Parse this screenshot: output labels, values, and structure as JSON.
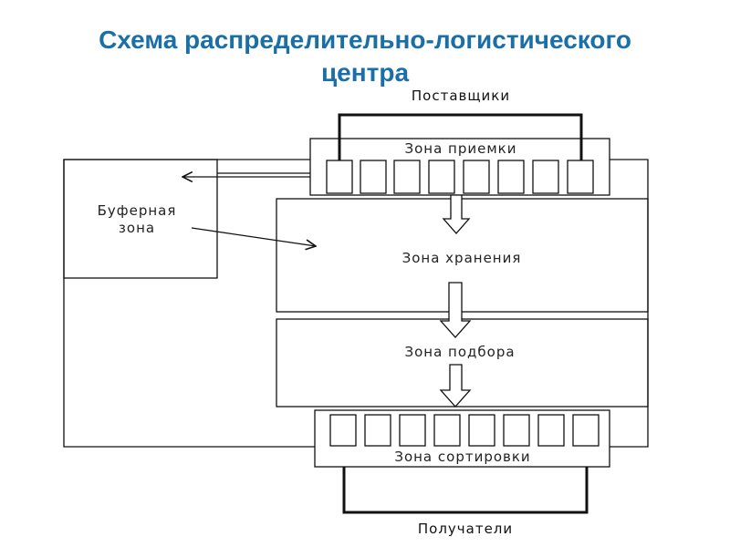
{
  "title": {
    "line1": "Схема распределительно-логистического",
    "line2": "центра"
  },
  "colors": {
    "title": "#1a6fa6",
    "stroke": "#111111",
    "background": "#ffffff"
  },
  "external": {
    "suppliers": "Поставщики",
    "recipients": "Получатели"
  },
  "zones": {
    "receiving": "Зона приемки",
    "buffer_line1": "Буферная",
    "buffer_line2": "зона",
    "storage": "Зона хранения",
    "picking": "Зона подбора",
    "sorting": "Зона сортировки"
  },
  "docks": {
    "receiving_count": 8,
    "sorting_count": 8
  }
}
